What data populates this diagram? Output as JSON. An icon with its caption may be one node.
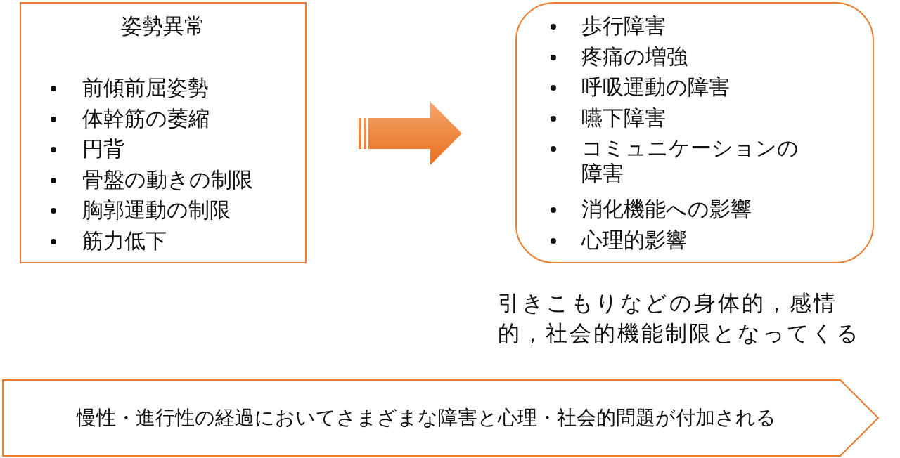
{
  "diagram": {
    "nodes": [
      {
        "text": [
          "姿勢異常",
          "前傾前屈姿勢",
          "体幹筋の萎縮",
          "円背",
          "骨盤の動きの制限",
          "胸郭運動の制限",
          "筋力低下"
        ]
      },
      {
        "text": [
          "歩行障害",
          "疼痛の増強",
          "呼吸運動の障害",
          "嚥下障害",
          "コミュニケーションの障害",
          "消化機能への影響",
          "心理的影響"
        ]
      },
      {
        "text": [
          "慢性・進行性の経過においてさまざまな障害と心理・社会的問題が付加される"
        ]
      }
    ],
    "edges": [
      {
        "from": 0,
        "to": 1,
        "arrow": "to"
      }
    ],
    "labels": [
      "引きこもりなどの身体的，感情的，社会的機能制限となってくる"
    ]
  }
}
